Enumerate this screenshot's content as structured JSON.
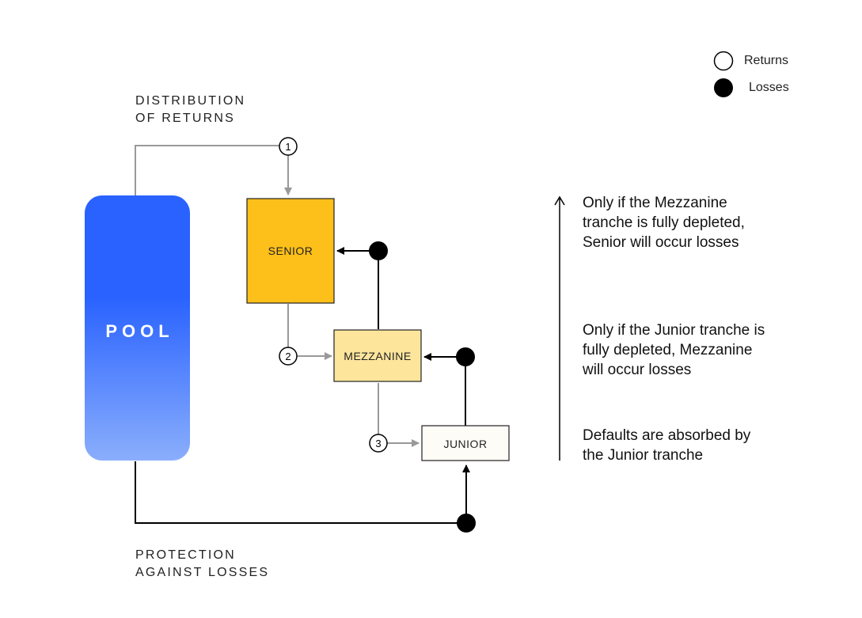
{
  "legend": {
    "returns_label": "Returns",
    "losses_label": "Losses"
  },
  "captions": {
    "distribution_line1": "DISTRIBUTION",
    "distribution_line2": "OF RETURNS",
    "protection_line1": "PROTECTION",
    "protection_line2": "AGAINST LOSSES"
  },
  "pool": {
    "label": "POOL"
  },
  "tranches": {
    "senior": "SENIOR",
    "mezzanine": "MEZZANINE",
    "junior": "JUNIOR"
  },
  "steps": [
    "1",
    "2",
    "3"
  ],
  "notes": {
    "senior": [
      "Only if the Mezzanine",
      "tranche is fully depleted,",
      "Senior will occur losses"
    ],
    "mezzanine": [
      "Only if the Junior tranche is",
      "fully depleted, Mezzanine",
      "will occur losses"
    ],
    "junior": [
      "Defaults are absorbed by",
      "the Junior tranche"
    ]
  },
  "colors": {
    "pool_top": "#2962ff",
    "pool_bottom": "#8aaefc",
    "senior": "#fdbf1a",
    "mezzanine": "#fde59c",
    "junior": "#fdfcf6",
    "returns_line": "#999999",
    "losses_line": "#000000"
  }
}
